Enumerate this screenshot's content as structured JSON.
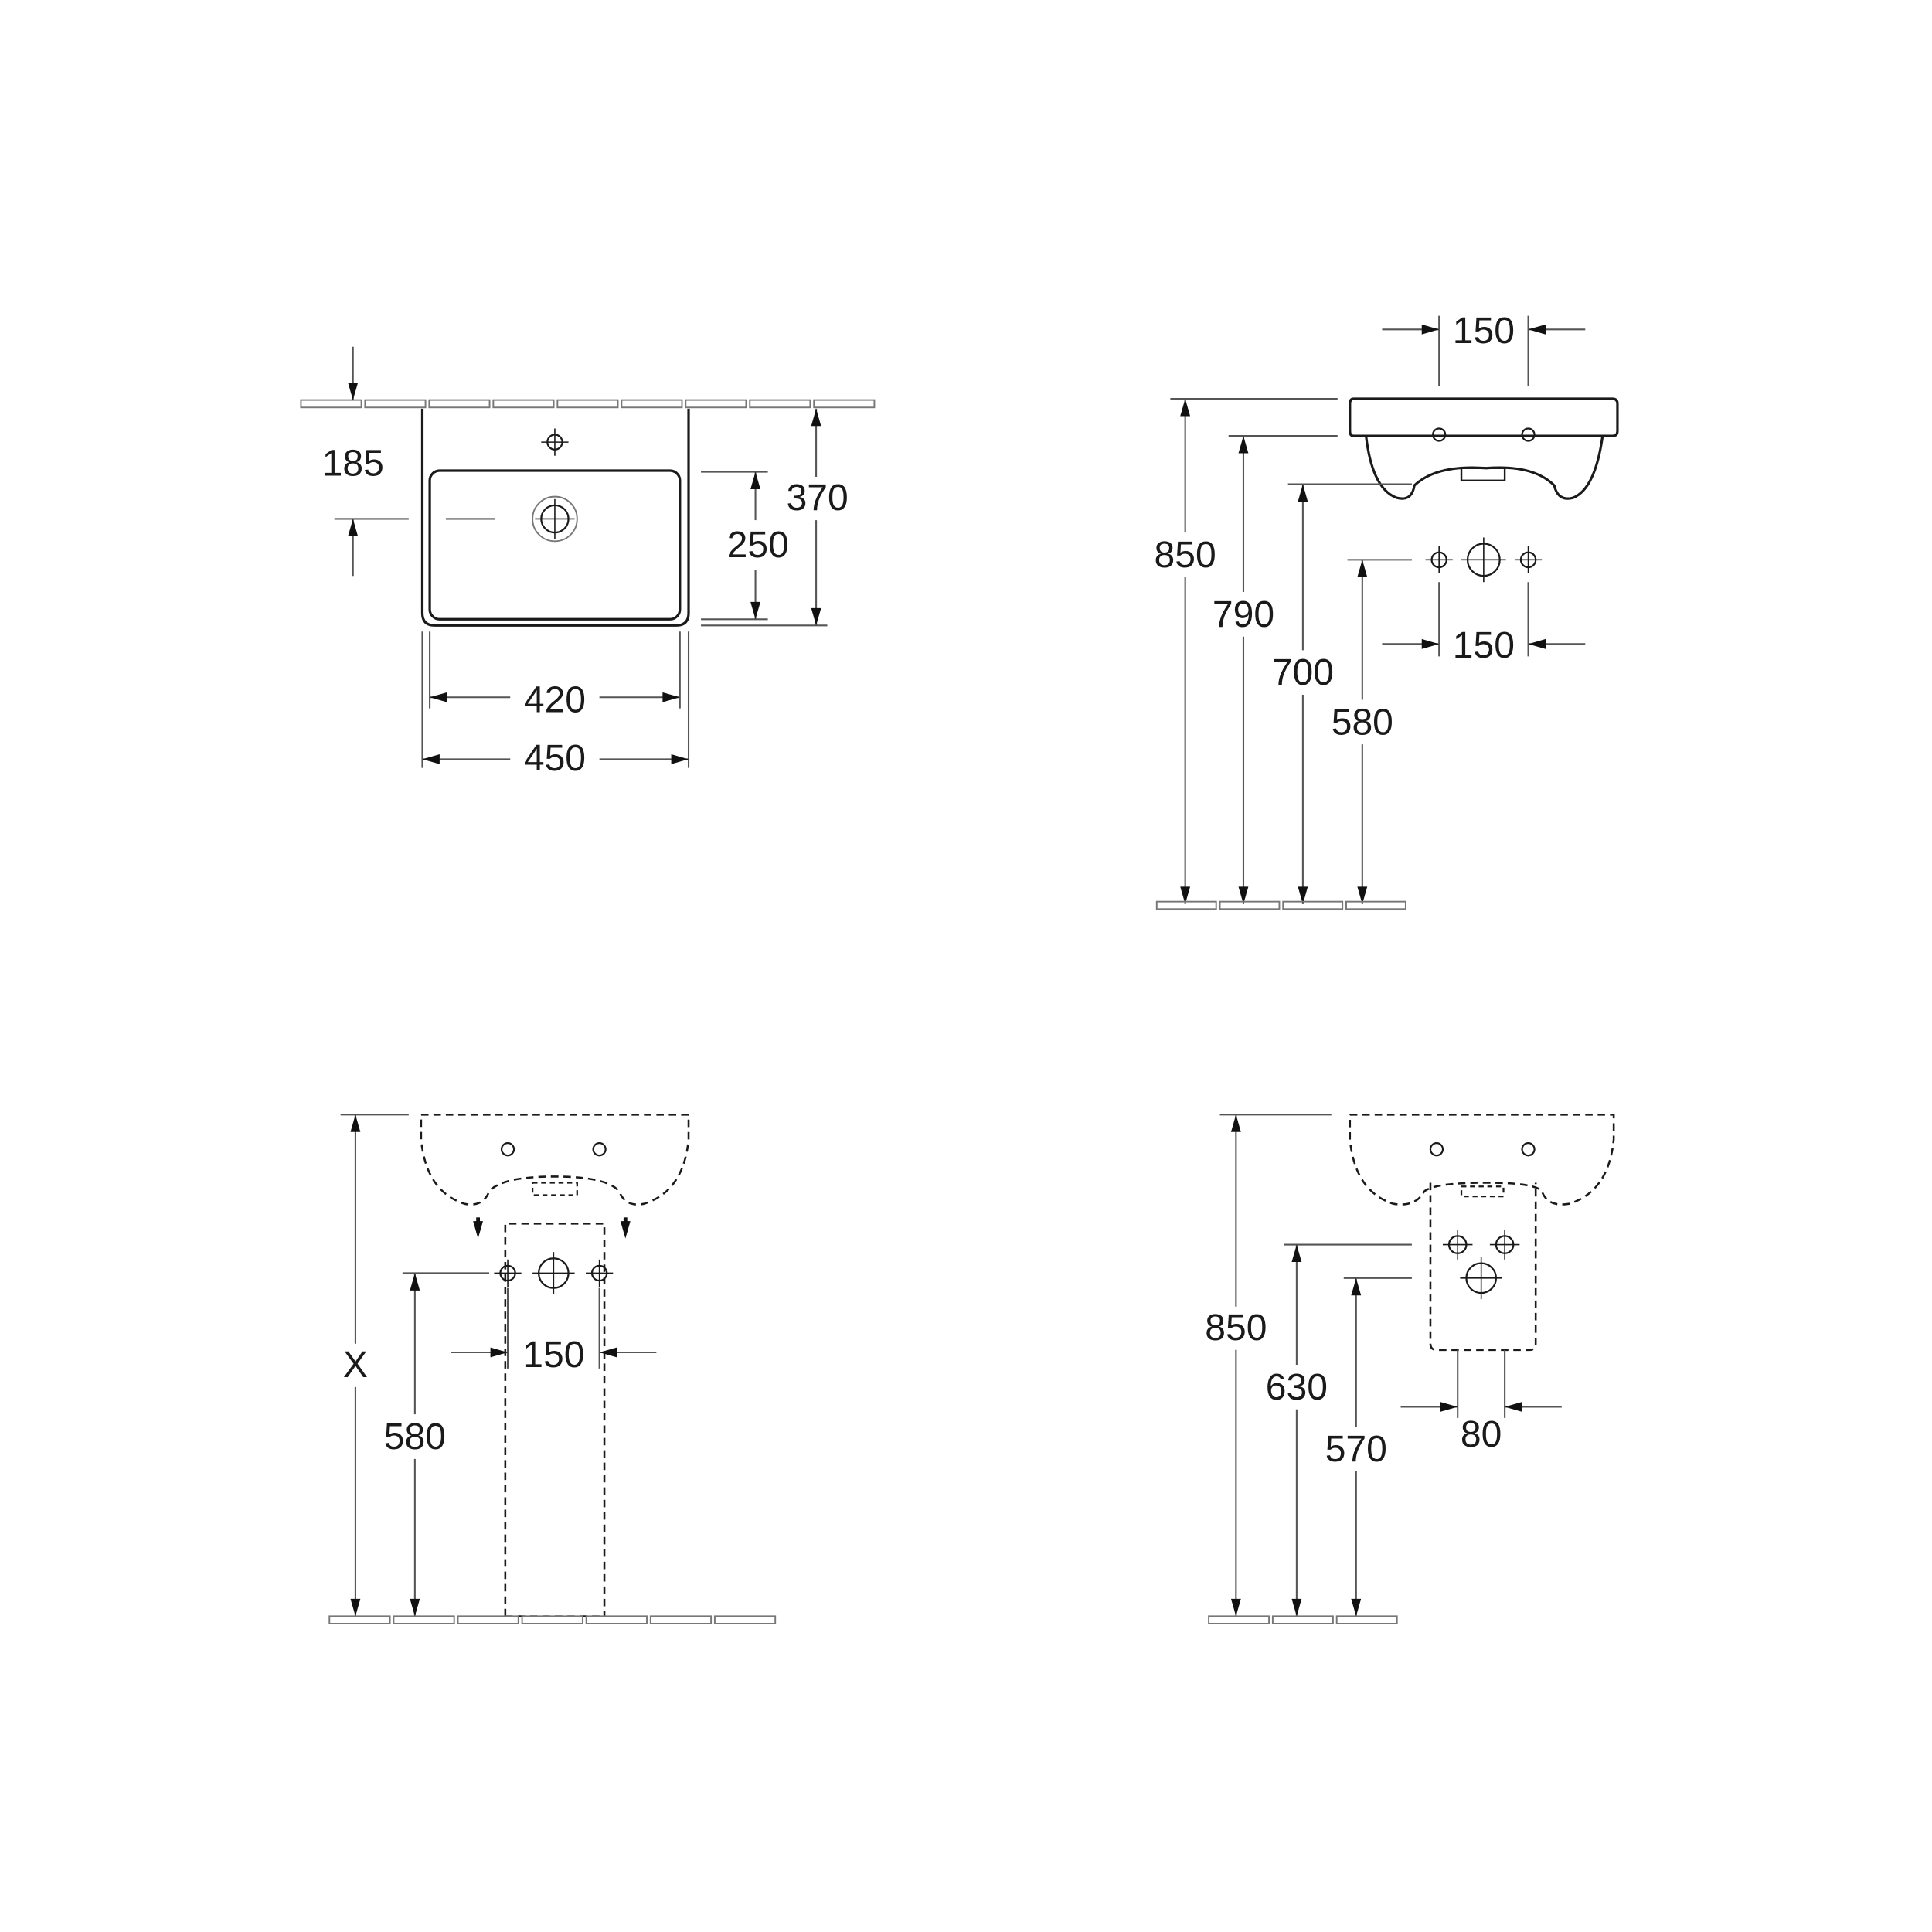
{
  "colors": {
    "object_line": "#1a1a1a",
    "dimension_line": "#555555",
    "background": "#ffffff"
  },
  "plan_view": {
    "wall_offset": "185",
    "bowl_depth": "250",
    "total_depth": "370",
    "bowl_width": "420",
    "total_width": "450"
  },
  "side_view": {
    "tap_spacing_top": "150",
    "rim_height": "850",
    "overflow_height": "790",
    "underside_height": "700",
    "supply_height": "580",
    "supply_spacing": "150"
  },
  "pedestal_view": {
    "height": "X",
    "supply_height": "580",
    "supply_spacing": "150"
  },
  "semi_pedestal_view": {
    "rim_height": "850",
    "supply_height": "630",
    "waste_height": "570",
    "supply_spacing": "80"
  }
}
